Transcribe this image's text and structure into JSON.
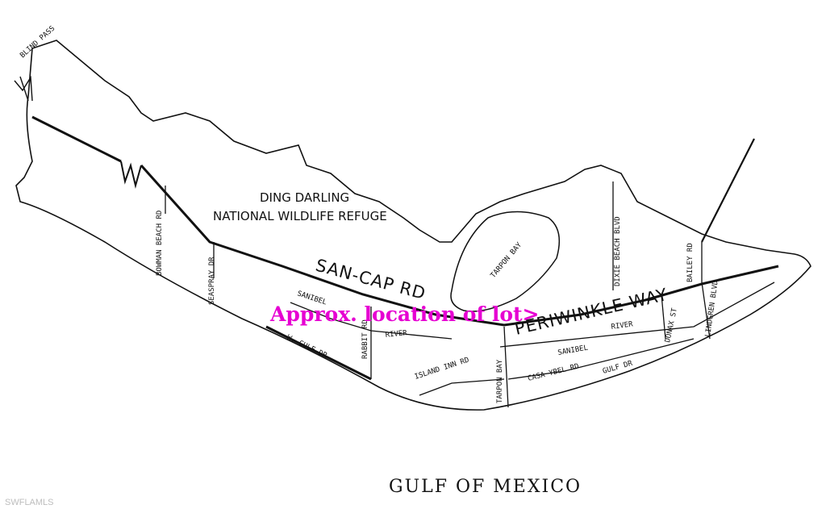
{
  "map": {
    "refuge_line1": "DING DARLING",
    "refuge_line2": "NATIONAL WILDLIFE REFUGE",
    "blind_pass": "BLIND PASS",
    "tarpon_bay_water": "TARPON BAY",
    "gulf": "GULF OF MEXICO",
    "approx_location": "Approx. location of lot>",
    "approx_color": "#e600d2",
    "watermark": "SWFLAMLS",
    "roads": {
      "san_cap": "SAN-CAP RD",
      "periwinkle": "PERIWINKLE WAY",
      "bowman": "BOWMAN BEACH RD",
      "seaspray": "SEASPRAY DR",
      "w_gulf": "W. GULF DR",
      "rabbit": "RABBIT RD",
      "sanibel_west": "SANIBEL",
      "river_west": "RIVER",
      "island_inn": "ISLAND INN RD",
      "tarpon_bay_rd": "TARPON BAY",
      "casa_ybel": "CASA YBEL RD",
      "sanibel_east": "SANIBEL",
      "river_east": "RIVER",
      "gulf_dr": "GULF DR",
      "donax": "DONAX ST",
      "dixie_beach": "DIXIE BEACH BLVD",
      "bailey": "BAILEY RD",
      "lindgren": "LINDGREN BLVD"
    }
  }
}
